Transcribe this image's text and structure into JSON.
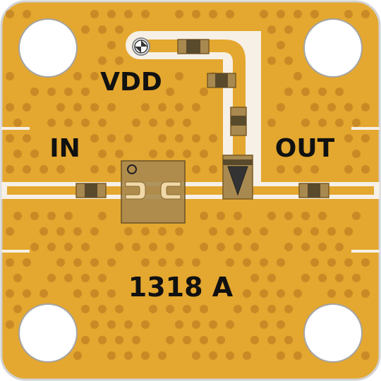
{
  "labels": {
    "vdd": "VDD",
    "input": "IN",
    "output": "OUT",
    "part_number": "1318 A"
  },
  "colors": {
    "substrate": "#e4a72f",
    "copper_gap": "#f6f0e6",
    "via": "#c98a26",
    "outline": "#7a5a22",
    "component": "#a8894f",
    "component_dark": "#5a4a2c",
    "ink": "#111111"
  },
  "icons": {
    "bias_pad": "ground-via-icon",
    "diode": "diode-triangle-icon"
  }
}
